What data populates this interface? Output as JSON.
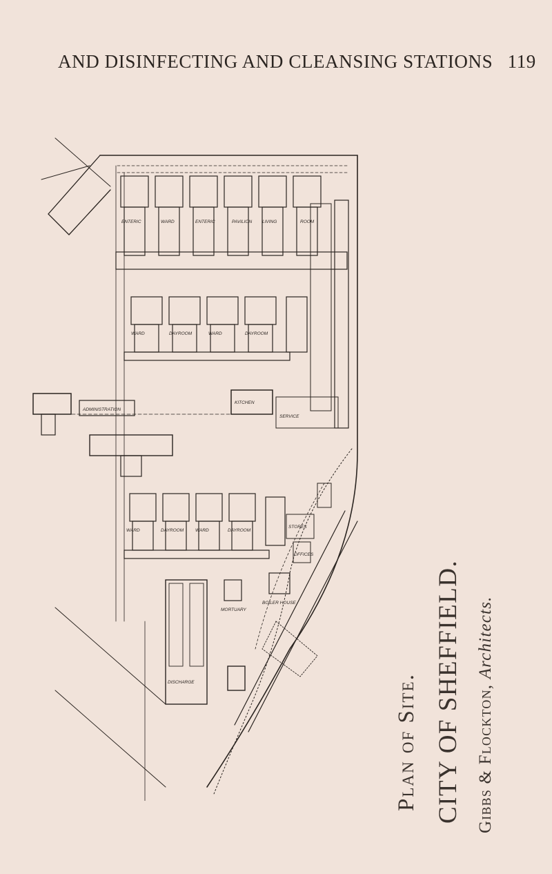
{
  "header": {
    "title": "AND DISINFECTING AND CLEANSING STATIONS",
    "page_number": "119"
  },
  "caption": {
    "line1": "Plan of Site.",
    "line2": "CITY OF SHEFFIELD.",
    "line3_names": "Gibbs & Flockton,",
    "line3_role": "Architects."
  },
  "plan_labels": {
    "top_blocks": [
      "ENTERIC",
      "WARD",
      "ENTERIC",
      "PAVILION",
      "LIVING",
      "ROOM"
    ],
    "middle_blocks": [
      "WARD",
      "DAYROOM",
      "WARD",
      "DAYROOM"
    ],
    "administration": "ADMINISTRATION",
    "kitchen": "KITCHEN",
    "lower_blocks": [
      "WARD",
      "DAYROOM",
      "WARD",
      "DAYROOM"
    ],
    "service": "SERVICE",
    "stores": "STORES",
    "offices": "OFFICES",
    "discharge": "DISCHARGE",
    "mortuary": "MORTUARY",
    "boiler": "BOILER HOUSE"
  },
  "colors": {
    "paper": "#f1e3da",
    "ink": "#2a2420"
  }
}
